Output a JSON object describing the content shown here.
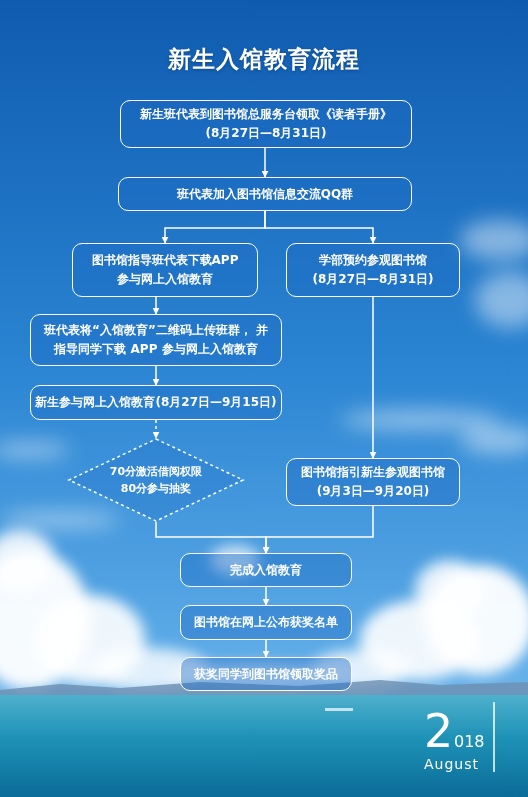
{
  "diagram": {
    "title": "新生入馆教育流程",
    "nodes": [
      {
        "text": [
          "新生班代表到图书馆总服务台领取《读者手册》",
          "(8月27日—8月31日)"
        ]
      },
      {
        "text": [
          "班代表加入图书馆信息交流QQ群"
        ]
      },
      {
        "text": [
          "图书馆指导班代表下载APP 参与网上入馆教育"
        ]
      },
      {
        "text": [
          "学部预约参观图书馆",
          "(8月27日—8月31日)"
        ]
      },
      {
        "text": [
          "班代表将“入馆教育”二维码上传班群， 并指导同学下载 APP 参与网上入馆教育"
        ]
      },
      {
        "text": [
          "新生参与网上入馆教育(8月27日—9月15日)"
        ]
      },
      {
        "text": [
          "70分激活借阅权限",
          "80分参与抽奖"
        ]
      },
      {
        "text": [
          "图书馆指引新生参观图书馆",
          "(9月3日—9月20日)"
        ]
      },
      {
        "text": [
          "完成入馆教育"
        ]
      },
      {
        "text": [
          "图书馆在网上公布获奖名单"
        ]
      },
      {
        "text": [
          "获奖同学到图书馆领取奖品"
        ]
      }
    ],
    "edges": [
      {
        "from": 0,
        "to": 1,
        "arrow": "to"
      },
      {
        "from": 1,
        "to": 2,
        "arrow": "to"
      },
      {
        "from": 1,
        "to": 3,
        "arrow": "to"
      },
      {
        "from": 2,
        "to": 4,
        "arrow": "to"
      },
      {
        "from": 4,
        "to": 5,
        "arrow": "to"
      },
      {
        "from": 5,
        "to": 6,
        "arrow": "to"
      },
      {
        "from": 3,
        "to": 7,
        "arrow": "to"
      },
      {
        "from": 6,
        "to": 8,
        "arrow": "to"
      },
      {
        "from": 7,
        "to": 8,
        "arrow": "to"
      },
      {
        "from": 8,
        "to": 9,
        "arrow": "to"
      },
      {
        "from": 9,
        "to": 10,
        "arrow": "to"
      }
    ],
    "labels": [
      "2",
      "018",
      "August"
    ]
  }
}
